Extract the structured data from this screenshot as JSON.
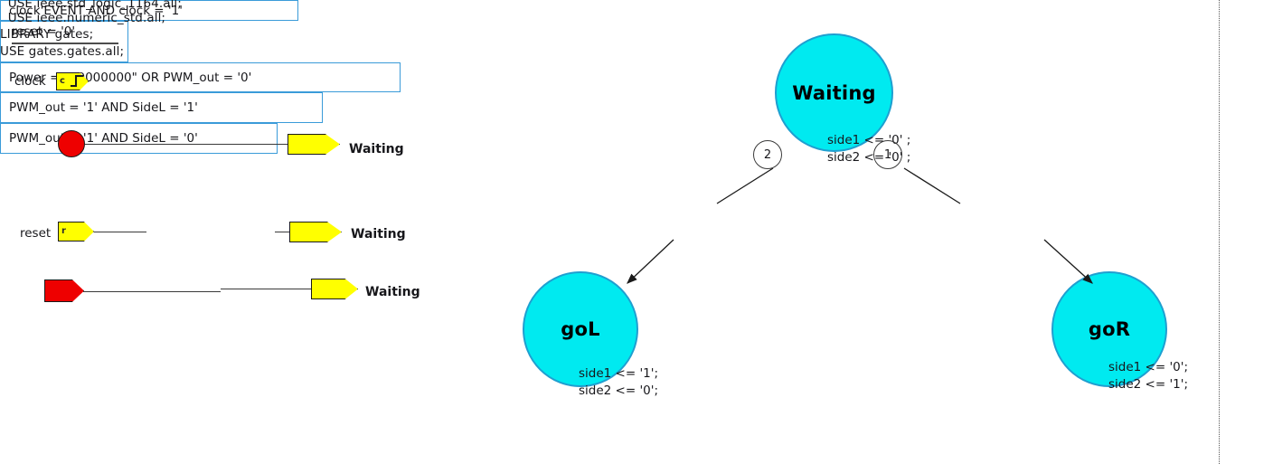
{
  "code_header": {
    "lines": [
      "  USE ieee.std_logic_1164.all;",
      "  USE ieee.numeric_std.all;",
      "LIBRARY gates;",
      "USE gates.gates.all;"
    ]
  },
  "clock_row": {
    "signal_label": "clock",
    "icon_letter": "c",
    "icon_name": "rising-edge-icon",
    "condition": "clock'EVENT AND clock = '1'"
  },
  "transitions": [
    {
      "icon": "red-x-circle-icon",
      "icon_letter": "",
      "signal_label": "",
      "condition": "",
      "target_state": "Waiting"
    },
    {
      "icon": "falling-edge-icon",
      "icon_letter": "r",
      "signal_label": "reset",
      "condition": "reset = '0'",
      "target_state": "Waiting"
    },
    {
      "icon": "red-flag-icon",
      "icon_letter": "",
      "signal_label": "",
      "condition": "Power = \"00000000\" OR PWM_out = '0'",
      "target_state": "Waiting"
    }
  ],
  "fsm": {
    "states": [
      {
        "id": "waiting",
        "name": "Waiting",
        "actions": [
          "side1 <= '0' ;",
          "side2 <= '0' ;"
        ]
      },
      {
        "id": "gol",
        "name": "goL",
        "actions": [
          "side1 <= '1';",
          "side2 <= '0';"
        ]
      },
      {
        "id": "gor",
        "name": "goR",
        "actions": [
          "side1 <= '0';",
          "side2 <= '1';"
        ]
      }
    ],
    "edges": [
      {
        "id": "edge-waiting-to-gol",
        "badge": "2",
        "condition": "PWM_out = '1' AND SideL = '1'",
        "from": "waiting",
        "to": "gol"
      },
      {
        "id": "edge-waiting-to-gor",
        "badge": "1",
        "condition": "PWM_out = '1' AND SideL = '0'",
        "from": "waiting",
        "to": "gor"
      }
    ]
  },
  "colors": {
    "state_fill": "#00eaf0",
    "state_stroke": "#1f9fd0",
    "box_border": "#3a9bd9",
    "icon_yellow": "#ffff00",
    "icon_red": "#ee0000"
  }
}
